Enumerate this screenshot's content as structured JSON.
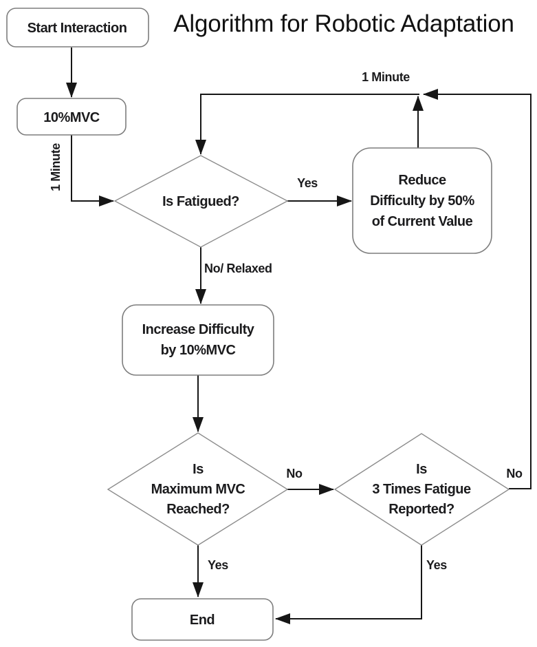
{
  "title": "Algorithm for Robotic Adaptation",
  "colors": {
    "background": "#ffffff",
    "line": "#161616",
    "node_border": "#7d7d7d",
    "diamond_border": "#8c8c8c",
    "node_fill": "#ffffff",
    "text": "#1b1b1d"
  },
  "nodes": {
    "start": {
      "type": "rounded-rect",
      "label": "Start Interaction"
    },
    "mvc10": {
      "type": "rounded-rect",
      "label": "10%MVC"
    },
    "is_fatigued": {
      "type": "decision",
      "label": "Is Fatigued?"
    },
    "reduce": {
      "type": "rounded-rect",
      "lines": [
        "Reduce",
        "Difficulty by 50%",
        "of Current Value"
      ]
    },
    "increase": {
      "type": "rounded-rect",
      "lines": [
        "Increase Difficulty",
        "by 10%MVC"
      ]
    },
    "max_mvc": {
      "type": "decision",
      "lines": [
        "Is",
        "Maximum MVC",
        "Reached?"
      ]
    },
    "three_fatigue": {
      "type": "decision",
      "lines": [
        "Is",
        "3 Times Fatigue",
        "Reported?"
      ]
    },
    "end": {
      "type": "rounded-rect",
      "label": "End"
    }
  },
  "edge_labels": {
    "minute_left": "1 Minute",
    "minute_top": "1 Minute",
    "fatigued_yes": "Yes",
    "fatigued_no": "No/ Relaxed",
    "max_no": "No",
    "max_yes": "Yes",
    "three_no": "No",
    "three_yes": "Yes"
  }
}
